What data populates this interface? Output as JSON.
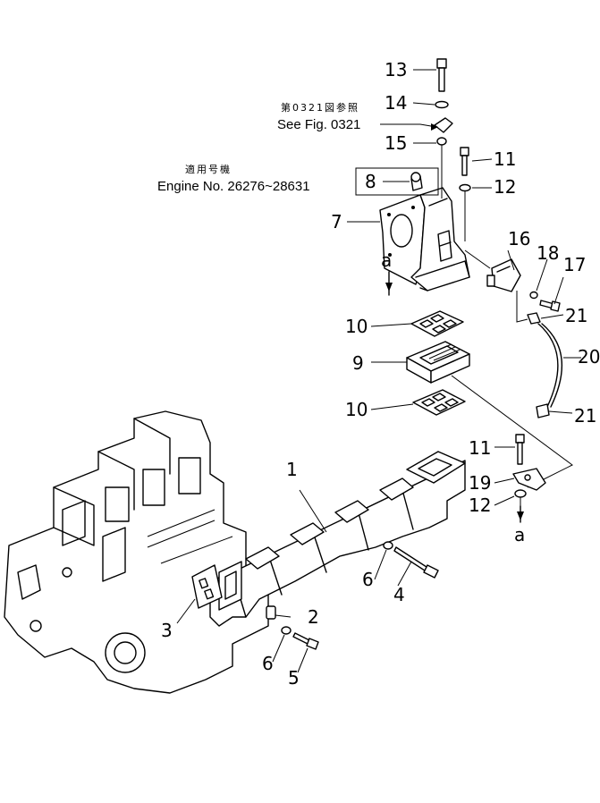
{
  "reference": {
    "jp": "第0321図参照",
    "en": "See Fig. 0321"
  },
  "applicable": {
    "jp": "適用号機",
    "en": "Engine No. 26276~28631"
  },
  "callouts": {
    "p1": "1",
    "p2": "2",
    "p3": "3",
    "p4": "4",
    "p5": "5",
    "p6a": "6",
    "p6b": "6",
    "p7": "7",
    "p8": "8",
    "p9": "9",
    "p10a": "10",
    "p10b": "10",
    "p11a": "11",
    "p11b": "11",
    "p12a": "12",
    "p12b": "12",
    "p13": "13",
    "p14": "14",
    "p15": "15",
    "p16": "16",
    "p17": "17",
    "p18": "18",
    "p19": "19",
    "p20": "20",
    "p21a": "21",
    "p21b": "21",
    "a_top": "a",
    "a_bottom": "a"
  }
}
